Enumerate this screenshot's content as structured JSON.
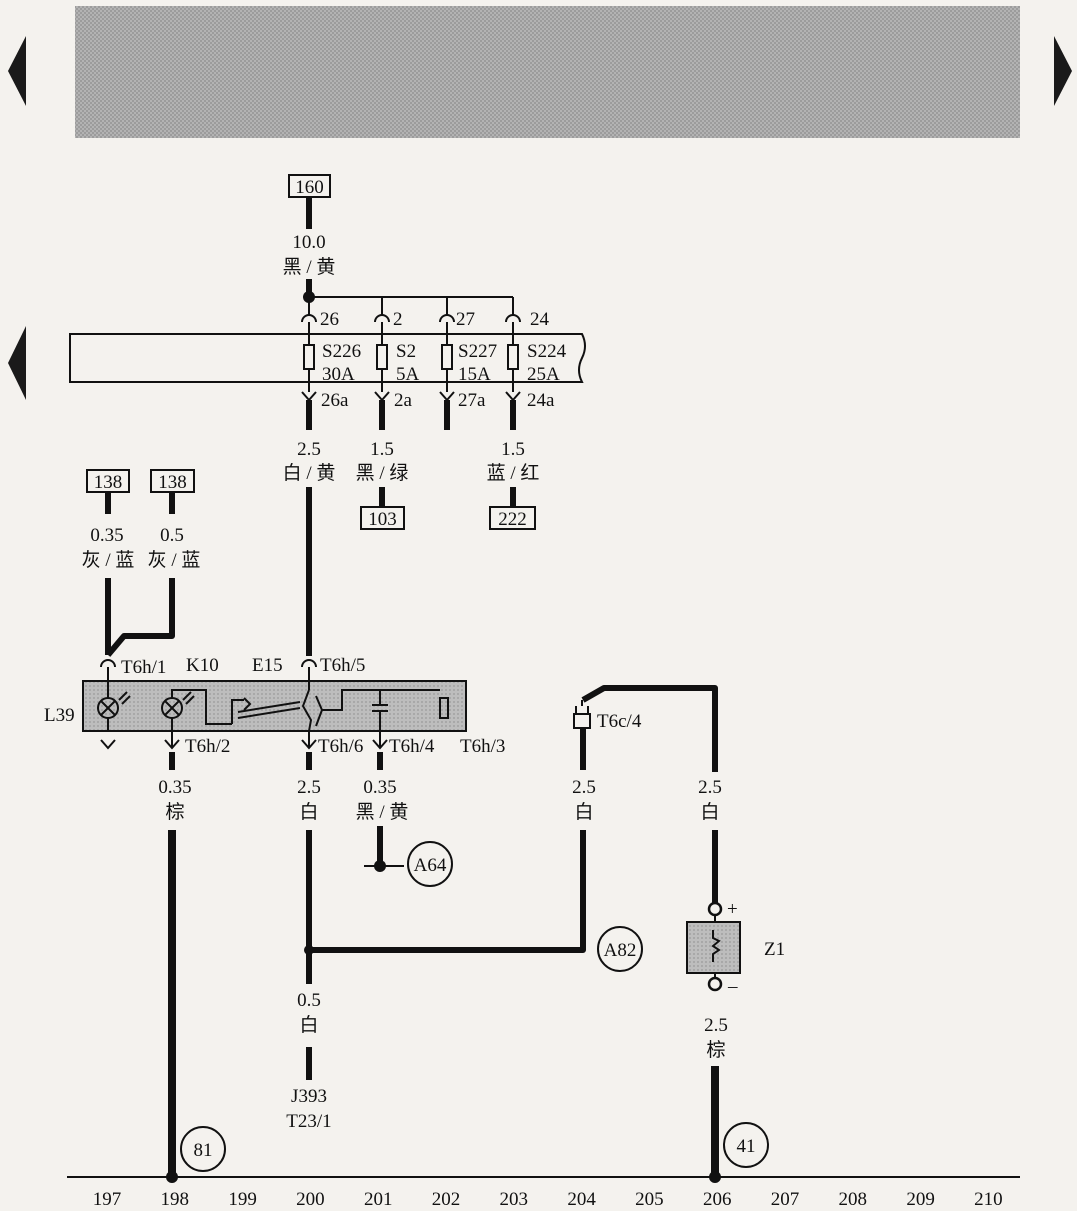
{
  "nav": {
    "arrow_color": "#1a1a1a"
  },
  "colors": {
    "header_band": "#a9a9a9",
    "component_fill": "#b5b5b5",
    "wire": "#111111",
    "background": "#f4f2ee"
  },
  "refs": {
    "top": "160",
    "left1": "138",
    "left2": "138",
    "mid1": "103",
    "mid2": "222"
  },
  "wires": {
    "main_gauge": "10.0",
    "main_color": "黑 / 黄",
    "w26a_gauge": "2.5",
    "w26a_color": "白 / 黄",
    "w2a_gauge": "1.5",
    "w2a_color": "黑 / 绿",
    "w24a_gauge": "1.5",
    "w24a_color": "蓝 / 红",
    "l1_gauge": "0.35",
    "l1_color": "灰 / 蓝",
    "l2_gauge": "0.5",
    "l2_color": "灰 / 蓝",
    "t6h2_gauge": "0.35",
    "t6h2_color": "棕",
    "t6h6_gauge": "2.5",
    "t6h6_color": "白",
    "t6h4_gauge": "0.35",
    "t6h4_color": "黑 / 黄",
    "t6c_gauge": "2.5",
    "t6c_color": "白",
    "z1top_gauge": "2.5",
    "z1top_color": "白",
    "j393_gauge": "0.5",
    "j393_color": "白",
    "z1bot_gauge": "2.5",
    "z1bot_color": "棕"
  },
  "fuses": [
    {
      "pin_in": "26",
      "id": "S226",
      "amp": "30A",
      "pin_out": "26a"
    },
    {
      "pin_in": "2",
      "id": "S2",
      "amp": "5A",
      "pin_out": "2a"
    },
    {
      "pin_in": "27",
      "id": "S227",
      "amp": "15A",
      "pin_out": "27a"
    },
    {
      "pin_in": "24",
      "id": "S224",
      "amp": "25A",
      "pin_out": "24a"
    }
  ],
  "switch": {
    "pin1": "T6h/1",
    "pin2": "T6h/2",
    "pin3": "T6h/3",
    "pin4": "T6h/4",
    "pin5": "T6h/5",
    "pin6": "T6h/6",
    "k10": "K10",
    "e15": "E15",
    "l39": "L39"
  },
  "connector_t6c": "T6c/4",
  "grounds": {
    "a64": "A64",
    "a82": "A82",
    "g81": "81",
    "g41": "41"
  },
  "z1": {
    "label": "Z1",
    "plus": "+",
    "minus": "–"
  },
  "j393": {
    "line1": "J393",
    "line2": "T23/1"
  },
  "axis": [
    "197",
    "198",
    "199",
    "200",
    "201",
    "202",
    "203",
    "204",
    "205",
    "206",
    "207",
    "208",
    "209",
    "210"
  ]
}
